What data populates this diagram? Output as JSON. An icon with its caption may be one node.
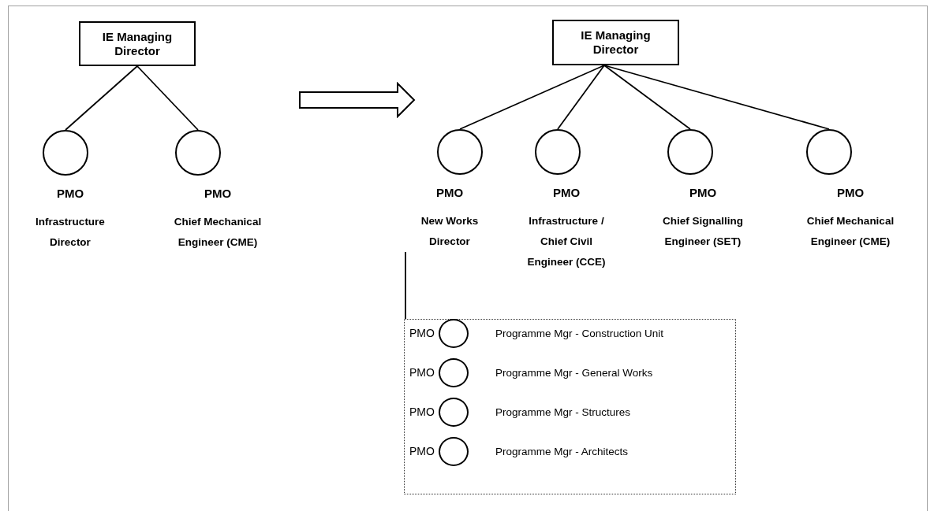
{
  "diagram": {
    "nodes": [
      {
        "text": [
          "IE Managing Director"
        ]
      },
      {
        "text": [],
        "shape": "circle",
        "beside": [
          "PMO",
          "Infrastructure Director"
        ]
      },
      {
        "text": [],
        "shape": "circle",
        "beside": [
          "PMO",
          "Chief Mechanical Engineer (CME)"
        ]
      },
      {
        "text": [
          "IE Managing Director"
        ]
      },
      {
        "text": [],
        "shape": "circle",
        "beside": [
          "PMO",
          "New Works Director"
        ]
      },
      {
        "text": [],
        "shape": "circle",
        "beside": [
          "PMO",
          "Infrastructure / Chief Civil Engineer (CCE)"
        ]
      },
      {
        "text": [],
        "shape": "circle",
        "beside": [
          "PMO",
          "Chief Signalling Engineer (SET)"
        ]
      },
      {
        "text": [],
        "shape": "circle",
        "beside": [
          "PMO",
          "Chief Mechanical Engineer (CME)"
        ]
      },
      {
        "text": [],
        "shape": "box"
      },
      {
        "text": [],
        "shape": "circle",
        "in": 8,
        "beside": [
          "PMO",
          "Programme Mgr - Construction Unit"
        ]
      },
      {
        "text": [],
        "shape": "circle",
        "in": 8,
        "beside": [
          "PMO",
          "Programme Mgr - General Works"
        ]
      },
      {
        "text": [],
        "shape": "circle",
        "in": 8,
        "beside": [
          "PMO",
          "Programme Mgr - Structures"
        ]
      },
      {
        "text": [],
        "shape": "circle",
        "in": 8,
        "beside": [
          "PMO",
          "Programme Mgr - Architects"
        ]
      }
    ],
    "edges": [
      {
        "from": 0,
        "to": 1,
        "arrow": "none"
      },
      {
        "from": 0,
        "to": 2,
        "arrow": "none"
      },
      {
        "from": 3,
        "to": 4,
        "arrow": "none"
      },
      {
        "from": 3,
        "to": 5,
        "arrow": "none"
      },
      {
        "from": 3,
        "to": 6,
        "arrow": "none"
      },
      {
        "from": 3,
        "to": 7,
        "arrow": "none"
      },
      {
        "from": 4,
        "to": 8,
        "arrow": "none"
      }
    ]
  }
}
